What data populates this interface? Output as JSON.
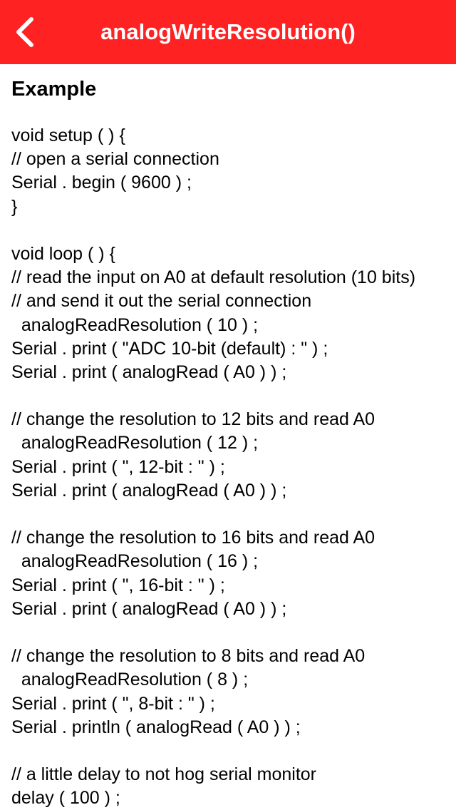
{
  "navbar": {
    "title": "analogWriteResolution()",
    "back_icon": "chevron-left-icon",
    "background": "#fe2222",
    "text_color": "#ffffff"
  },
  "content": {
    "heading": "Example",
    "code_lines": [
      "void setup ( ) {",
      "// open a serial connection",
      "Serial . begin ( 9600 ) ;",
      "}",
      "",
      "void loop ( ) {",
      "// read the input on A0 at default resolution (10 bits)",
      "// and send it out the serial connection",
      "  analogReadResolution ( 10 ) ;",
      "Serial . print ( \"ADC 10-bit (default) : \" ) ;",
      "Serial . print ( analogRead ( A0 ) ) ;",
      "",
      "// change the resolution to 12 bits and read A0",
      "  analogReadResolution ( 12 ) ;",
      "Serial . print ( \", 12-bit : \" ) ;",
      "Serial . print ( analogRead ( A0 ) ) ;",
      "",
      "// change the resolution to 16 bits and read A0",
      "  analogReadResolution ( 16 ) ;",
      "Serial . print ( \", 16-bit : \" ) ;",
      "Serial . print ( analogRead ( A0 ) ) ;",
      "",
      "// change the resolution to 8 bits and read A0",
      "  analogReadResolution ( 8 ) ;",
      "Serial . print ( \", 8-bit : \" ) ;",
      "Serial . println ( analogRead ( A0 ) ) ;",
      "",
      "// a little delay to not hog serial monitor",
      "delay ( 100 ) ;"
    ]
  }
}
